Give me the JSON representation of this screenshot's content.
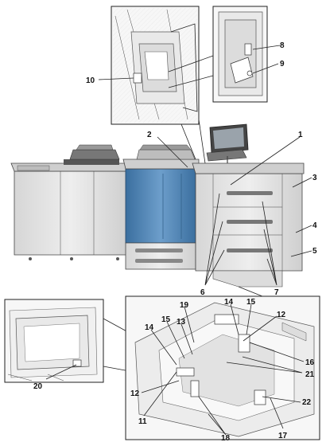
{
  "callouts": [
    {
      "id": "c1",
      "text": "1"
    },
    {
      "id": "c2",
      "text": "2"
    },
    {
      "id": "c3",
      "text": "3"
    },
    {
      "id": "c4",
      "text": "4"
    },
    {
      "id": "c5",
      "text": "5"
    },
    {
      "id": "c6",
      "text": "6"
    },
    {
      "id": "c7",
      "text": "7"
    },
    {
      "id": "c8",
      "text": "8"
    },
    {
      "id": "c9",
      "text": "9"
    },
    {
      "id": "c10",
      "text": "10"
    },
    {
      "id": "c11",
      "text": "11"
    },
    {
      "id": "c12a",
      "text": "12"
    },
    {
      "id": "c12b",
      "text": "12"
    },
    {
      "id": "c13",
      "text": "13"
    },
    {
      "id": "c14a",
      "text": "14"
    },
    {
      "id": "c14b",
      "text": "14"
    },
    {
      "id": "c15a",
      "text": "15"
    },
    {
      "id": "c15b",
      "text": "15"
    },
    {
      "id": "c16",
      "text": "16"
    },
    {
      "id": "c17",
      "text": "17"
    },
    {
      "id": "c18",
      "text": "18"
    },
    {
      "id": "c19",
      "text": "19"
    },
    {
      "id": "c20",
      "text": "20"
    },
    {
      "id": "c21",
      "text": "21"
    },
    {
      "id": "c22",
      "text": "22"
    }
  ],
  "colors": {
    "machine_blue": "#4f86b8",
    "machine_blue_dark": "#3b6f9f",
    "machine_grey": "#e4e4e4",
    "line": "#222222"
  }
}
